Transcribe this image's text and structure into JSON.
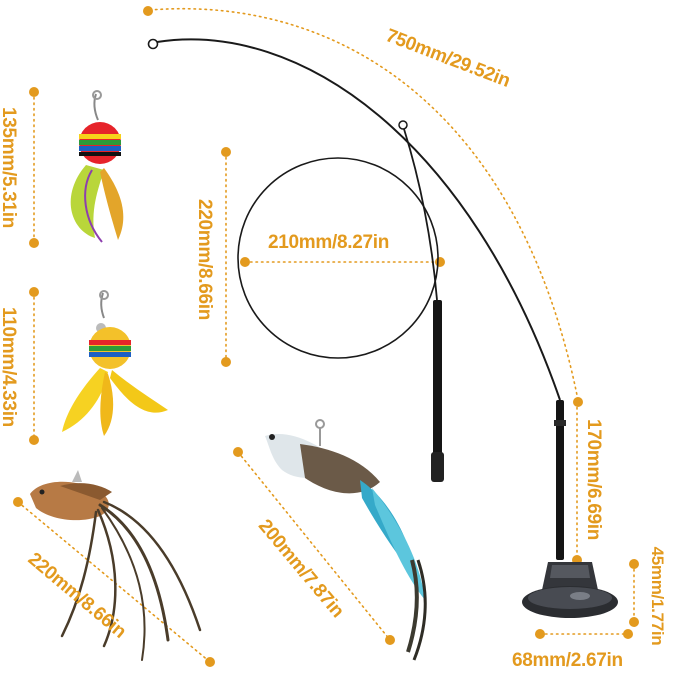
{
  "colors": {
    "accent": "#E39A1E",
    "wand": "#1a1a1a",
    "base": "#2b2d31"
  },
  "measurements": {
    "long_wand": "750mm/29.52in",
    "ball_toy_top": "135mm/5.31in",
    "ball_toy_bottom": "110mm/4.33in",
    "loop_height": "220mm/8.66in",
    "loop_width": "210mm/8.27in",
    "holder_height": "170mm/6.69in",
    "base_height": "45mm/1.77in",
    "base_width": "68mm/2.67in",
    "bird_feather_toy": "200mm/7.87in",
    "brown_bird_toy": "220mm/8.66in"
  }
}
